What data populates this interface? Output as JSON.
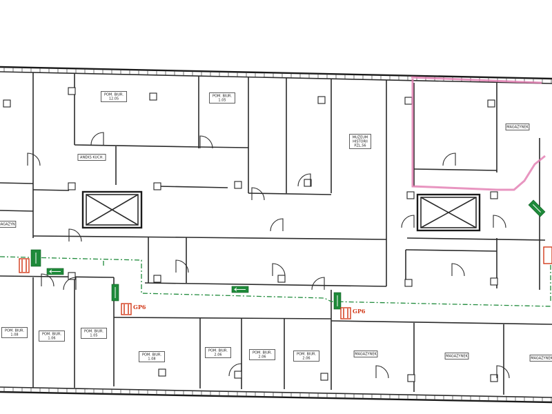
{
  "plan": {
    "rooms": [
      {
        "id": "pom-12-05",
        "lines": [
          "POM. BIUR.",
          "12.05"
        ]
      },
      {
        "id": "pom-1-05-top",
        "lines": [
          "POM. BIUR.",
          "1.05"
        ]
      },
      {
        "id": "aneks",
        "lines": [
          "ANEKS KUCH."
        ]
      },
      {
        "id": "muzeum",
        "lines": [
          "MUZEUM",
          "HISTORII",
          "PZL.56"
        ]
      },
      {
        "id": "magazyn-top",
        "lines": [
          "MAGAZYNEK"
        ]
      },
      {
        "id": "magazyn-left",
        "lines": [
          "MAGAZYN"
        ]
      },
      {
        "id": "pom-1-08-a",
        "lines": [
          "POM. BIUR.",
          "1.08"
        ]
      },
      {
        "id": "pom-1-06",
        "lines": [
          "POM. BIUR.",
          "1.06"
        ]
      },
      {
        "id": "pom-1-05-b",
        "lines": [
          "POM. BIUR.",
          "1.05"
        ]
      },
      {
        "id": "pom-1-08-b",
        "lines": [
          "POM. BIUR.",
          "1.08"
        ]
      },
      {
        "id": "pom-2-06-a",
        "lines": [
          "POM. BIUR.",
          "2.06"
        ]
      },
      {
        "id": "pom-2-06-b",
        "lines": [
          "POM. BIUR.",
          "2.06"
        ]
      },
      {
        "id": "pom-2-06-c",
        "lines": [
          "POM. BIUR.",
          "2.06"
        ]
      },
      {
        "id": "magazynek-b1",
        "lines": [
          "MAGAZYNEK"
        ]
      },
      {
        "id": "magazynek-b2",
        "lines": [
          "MAGAZYNEK"
        ]
      },
      {
        "id": "magazynek-b3",
        "lines": [
          "MAGAZYNEK"
        ]
      }
    ],
    "hydrants": [
      {
        "id": "gp6-left",
        "label": "GP6"
      },
      {
        "id": "gp6-right",
        "label": "GP6"
      }
    ],
    "colors": {
      "walls": "#2a2a2a",
      "evac_route": "#1e8a3a",
      "hydrant": "#d23a1a",
      "highlight": "#e27ab0"
    }
  }
}
